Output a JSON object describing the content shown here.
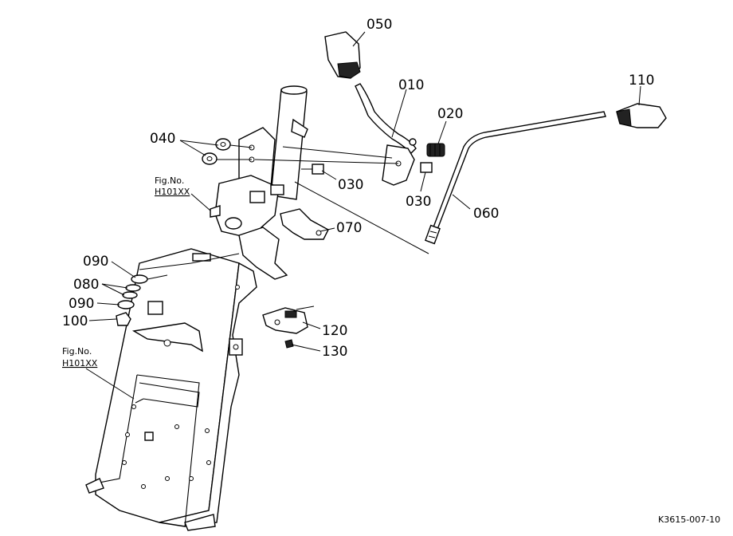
{
  "diagram": {
    "parts": [
      {
        "id": "050"
      },
      {
        "id": "010"
      },
      {
        "id": "020"
      },
      {
        "id": "110"
      },
      {
        "id": "040"
      },
      {
        "id": "030"
      },
      {
        "id": "030"
      },
      {
        "id": "060"
      },
      {
        "id": "070"
      },
      {
        "id": "090"
      },
      {
        "id": "080"
      },
      {
        "id": "090"
      },
      {
        "id": "100"
      },
      {
        "id": "120"
      },
      {
        "id": "130"
      }
    ],
    "fig_refs": [
      {
        "label": "Fig.No.",
        "ref": "H101XX"
      },
      {
        "label": "Fig.No.",
        "ref": "H101XX"
      }
    ],
    "code": "K3615-007-10"
  }
}
